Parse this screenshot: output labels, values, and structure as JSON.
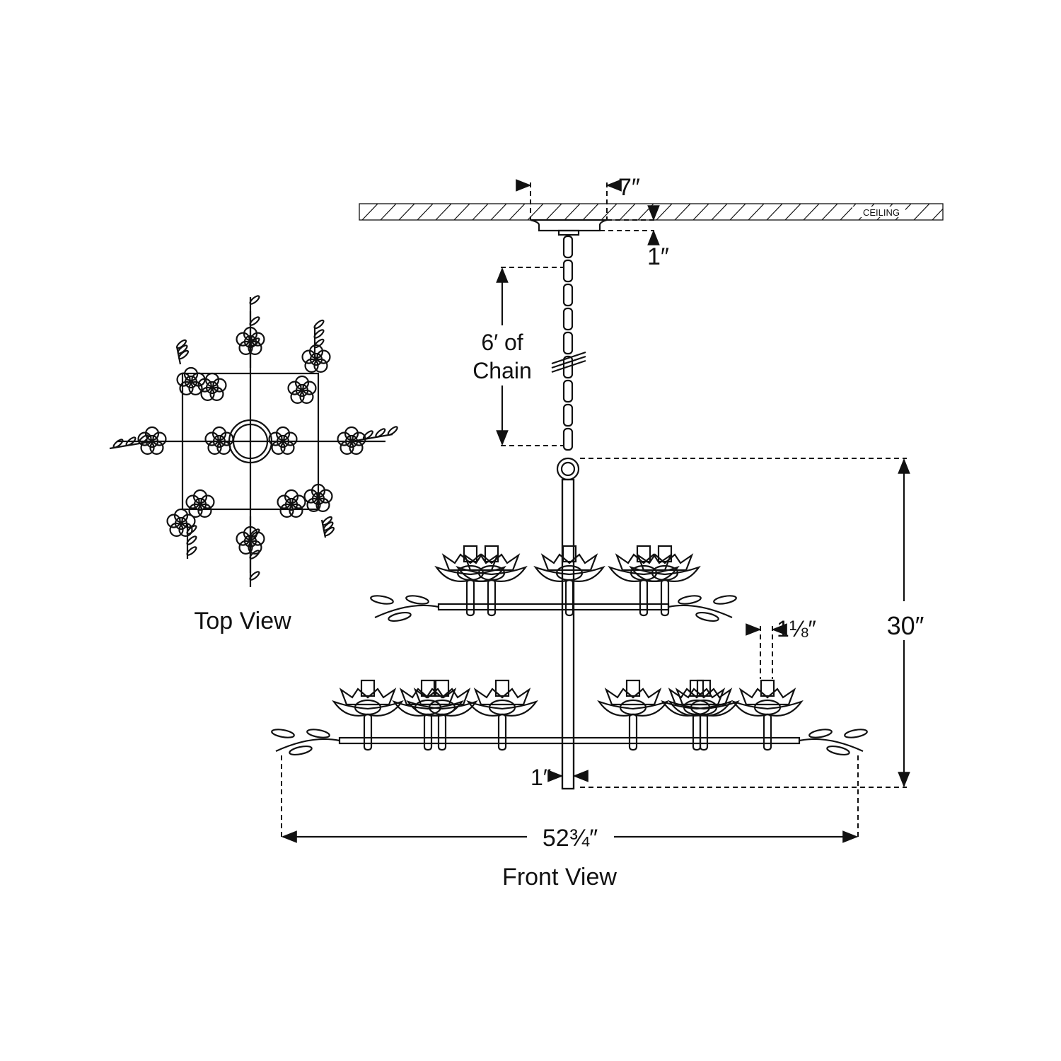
{
  "ceiling_label": "CEILING",
  "dimensions": {
    "canopy_width": "7″",
    "canopy_depth": "1″",
    "chain_line1": "6′ of",
    "chain_line2": "Chain",
    "overall_height": "30″",
    "cup_width": "1⅛″",
    "stem_width": "1″",
    "overall_width": "52¾″"
  },
  "views": {
    "top": "Top View",
    "front": "Front View"
  },
  "colors": {
    "line": "#111111",
    "background": "#ffffff"
  }
}
